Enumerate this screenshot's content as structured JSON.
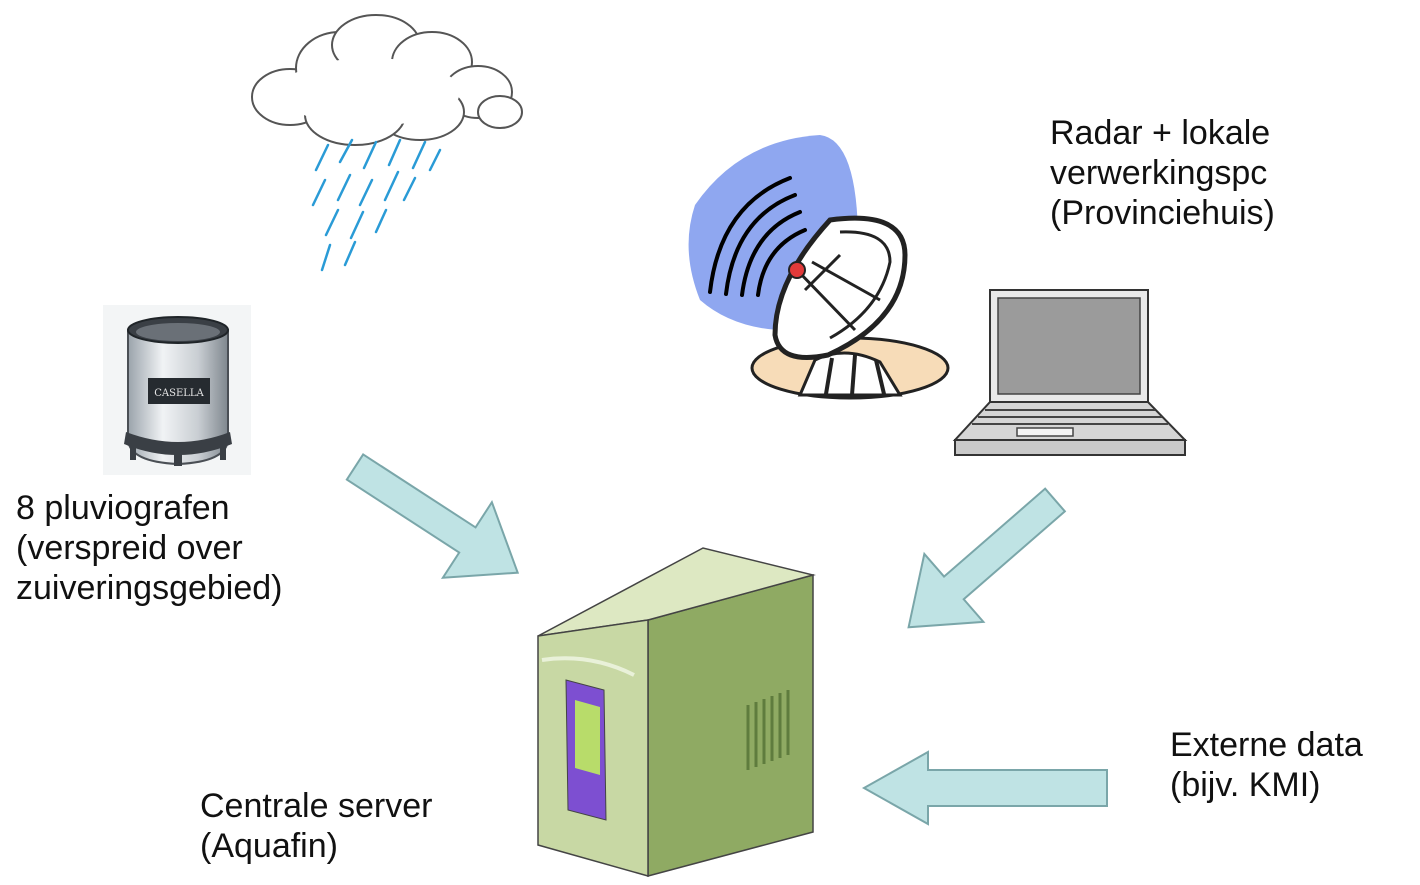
{
  "labels": {
    "rain_gauges": [
      "8 pluviografen",
      "(verspreid over",
      "zuiveringsgebied)"
    ],
    "radar": [
      "Radar + lokale",
      "verwerkingspc",
      "(Provinciehuis)"
    ],
    "server": [
      "Centrale server",
      "(Aquafin)"
    ],
    "external": [
      "Externe data",
      "(bijv. KMI)"
    ],
    "gauge_brand": "CASELLA"
  },
  "colors": {
    "arrow_fill": "#bfe3e4",
    "arrow_stroke": "#7aa6a9",
    "server_front": "#c8d8a4",
    "server_side": "#8faa63",
    "server_top": "#dde8c2",
    "server_panel": "#7d4fd1",
    "server_screen": "#b8dc6a",
    "radar_wave": "#8fa7f0",
    "rain": "#2a9bd6"
  }
}
